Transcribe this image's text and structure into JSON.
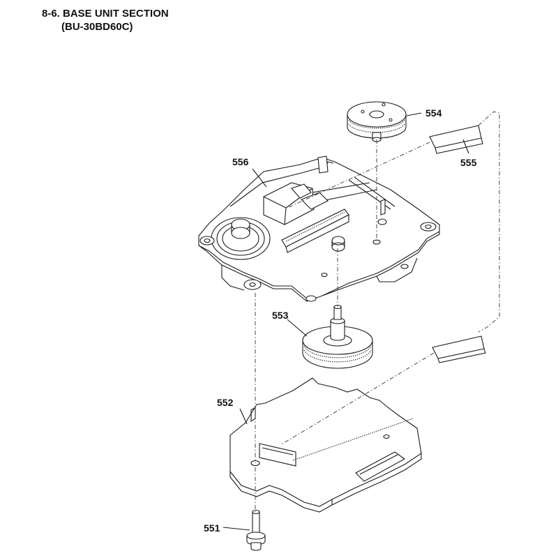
{
  "header": {
    "title": "8-6. BASE UNIT SECTION",
    "model": "(BU-30BD60C)"
  },
  "callouts": {
    "c551": "551",
    "c552": "552",
    "c553": "553",
    "c554": "554",
    "c555": "555",
    "c556": "556"
  }
}
